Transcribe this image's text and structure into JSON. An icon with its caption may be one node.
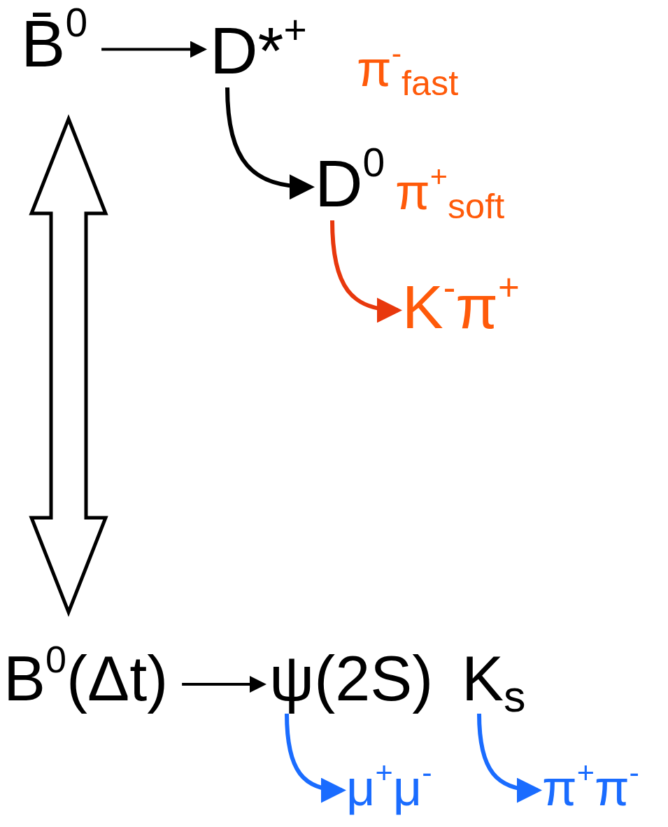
{
  "diagram": {
    "nodes": [
      {
        "text": [
          "B̄$^{0}$"
        ]
      },
      {
        "text": [
          "D*$^{+}$"
        ]
      },
      {
        "text": [
          "π$^{-}$$_{fast}$"
        ]
      },
      {
        "text": [
          "D$^{0}$"
        ]
      },
      {
        "text": [
          "π$^{+}$$_{soft}$"
        ]
      },
      {
        "text": [
          "K$^{-}$π$^{+}$"
        ]
      },
      {
        "text": [
          "B$^{0}$(Δt)"
        ]
      },
      {
        "text": [
          "ψ(2S)"
        ]
      },
      {
        "text": [
          "K$_{s}$"
        ]
      },
      {
        "text": [
          "μ$^{+}$μ$^{-}$"
        ]
      },
      {
        "text": [
          "π$^{+}$π$^{-}$"
        ]
      }
    ],
    "edges": [
      {
        "from": 0,
        "to": 1,
        "arrow": "to"
      },
      {
        "from": 1,
        "to": 3,
        "arrow": "to"
      },
      {
        "from": 3,
        "to": 5,
        "arrow": "to",
        "color": "#e8380d"
      },
      {
        "from": 0,
        "to": 6,
        "arrow": "both",
        "style": "thick"
      },
      {
        "from": 6,
        "to": 7,
        "arrow": "to"
      },
      {
        "from": 7,
        "to": 9,
        "arrow": "to",
        "color": "#1a6cff"
      },
      {
        "from": 8,
        "to": 10,
        "arrow": "to",
        "color": "#1a6cff"
      }
    ]
  }
}
